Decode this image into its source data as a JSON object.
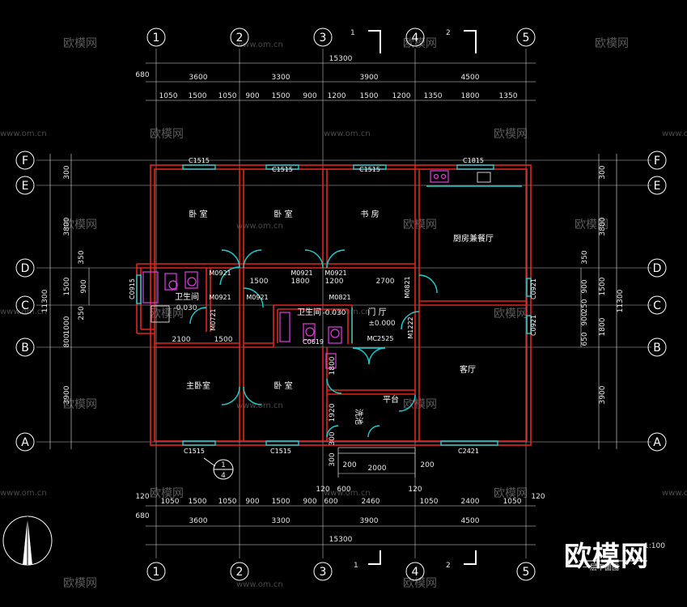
{
  "axes_top": [
    "1",
    "2",
    "3",
    "4",
    "5"
  ],
  "axes_side": [
    "F",
    "E",
    "D",
    "C",
    "B",
    "A"
  ],
  "dims": {
    "total": "15300",
    "overhang": "680",
    "spans": [
      "3600",
      "3300",
      "3900",
      "4500"
    ],
    "top_detail": [
      "1050",
      "1500",
      "1050",
      "900",
      "1500",
      "900",
      "1200",
      "1500",
      "1200",
      "1350",
      "1800",
      "1350"
    ],
    "bottom_detail": [
      "1050",
      "1500",
      "1050",
      "900",
      "1500",
      "900",
      "600",
      "2460",
      "1050",
      "2400",
      "1050"
    ],
    "bottom_small": [
      "120",
      "120",
      "120",
      "120",
      "120"
    ],
    "bottom_mid": [
      "600",
      "120"
    ],
    "left_spans": [
      "300",
      "3800",
      "350",
      "1500",
      "250",
      "1000",
      "800",
      "3900"
    ],
    "left_total": "11300",
    "left_inner": [
      "900"
    ],
    "right_spans": [
      "300",
      "3800",
      "350",
      "1500",
      "900",
      "250",
      "650",
      "1800",
      "3900"
    ],
    "right_total": "11300",
    "right_inner": [
      "900",
      "250"
    ],
    "interior": [
      "1500",
      "1800",
      "1200",
      "2700",
      "2100",
      "1500",
      "2000",
      "200",
      "200",
      "1920",
      "300",
      "300",
      "1800"
    ]
  },
  "section_marks": [
    "1",
    "2"
  ],
  "rooms": {
    "bed1": "卧 室",
    "bed2": "卧 室",
    "study": "书 房",
    "kitchen": "厨房兼餐厅",
    "bath1": "卫生间",
    "bath1_level": "-0.030",
    "bath2": "卫生间",
    "bath2_level": "-0.030",
    "foyer": "门 厅",
    "foyer_level": "±0.000",
    "master": "主卧室",
    "bed3": "卧 室",
    "living": "客厅",
    "platform": "平台",
    "laundry": "洗池"
  },
  "openings": {
    "c1515a": "C1515",
    "c1515b": "C1515",
    "c1515c": "C1515",
    "c1815": "C1815",
    "c0915": "C0915",
    "m0921a": "M0921",
    "m0921b": "M0921",
    "m0921c": "M0921",
    "m0921d": "M0921",
    "m0921e": "M0921",
    "m0821a": "M0821",
    "m0821b": "M0821",
    "m0721": "M0721",
    "mc2525": "MC2525",
    "c0619": "C0619",
    "c0921a": "C0921",
    "c0921b": "C0921",
    "c1515d": "C1515",
    "c1515e": "C1515",
    "c2421": "C2421",
    "m1222": "M1222"
  },
  "detail_mark": {
    "top": "1",
    "bottom": "4"
  },
  "watermark": {
    "brand": "欧模网",
    "url": "www.om.cn"
  },
  "title_block": {
    "scale": "1:100",
    "name": "一层平面图"
  },
  "colors": {
    "wall": "#e0251f",
    "dim": "#e8e8e8",
    "door": "#1fcfcf",
    "fixture": "#e040e0",
    "grid": "#c8c8c8"
  }
}
